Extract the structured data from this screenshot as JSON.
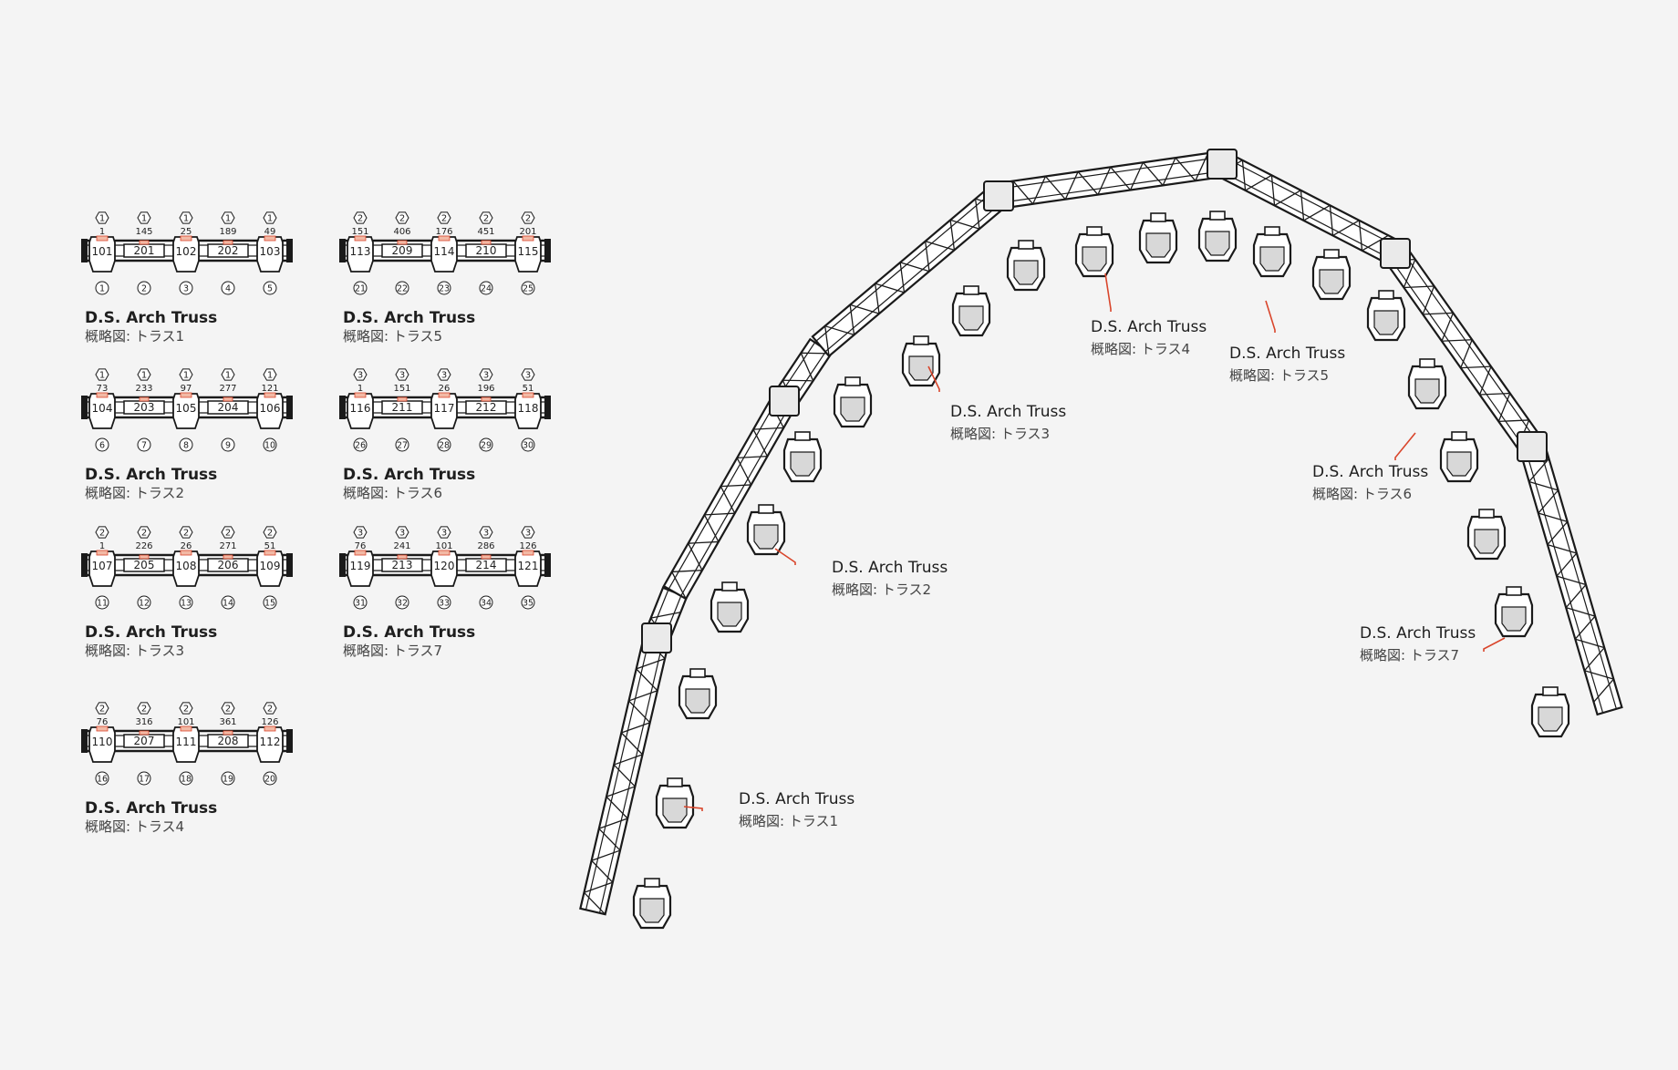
{
  "colors": {
    "background": "#f4f4f4",
    "line": "#1a1a1a",
    "fixture_fill": "#ffffff",
    "fixture_shade": "#d8d8d8",
    "accent_red": "#d9452b",
    "accent_orange": "#f2b9a5",
    "text": "#1e1e1e",
    "subtext": "#444444"
  },
  "icons": {
    "fixture": "moving-head-light-icon",
    "truss": "truss-segment-icon",
    "channel_marker": "hexagon-badge-icon",
    "channel_circle": "circle-badge-icon"
  },
  "schematics": [
    {
      "title": "D.S. Arch Truss",
      "subtitle": "概略図: トラス1",
      "top_hex": [
        "1",
        "1",
        "1",
        "1",
        "1"
      ],
      "top_addr": [
        "1",
        "145",
        "25",
        "189",
        "49"
      ],
      "fixtures": [
        "101",
        "201",
        "102",
        "202",
        "103"
      ],
      "bottom": [
        "1",
        "2",
        "3",
        "4",
        "5"
      ]
    },
    {
      "title": "D.S. Arch Truss",
      "subtitle": "概略図: トラス2",
      "top_hex": [
        "1",
        "1",
        "1",
        "1",
        "1"
      ],
      "top_addr": [
        "73",
        "233",
        "97",
        "277",
        "121"
      ],
      "fixtures": [
        "104",
        "203",
        "105",
        "204",
        "106"
      ],
      "bottom": [
        "6",
        "7",
        "8",
        "9",
        "10"
      ]
    },
    {
      "title": "D.S. Arch Truss",
      "subtitle": "概略図: トラス3",
      "top_hex": [
        "2",
        "2",
        "2",
        "2",
        "2"
      ],
      "top_addr": [
        "1",
        "226",
        "26",
        "271",
        "51"
      ],
      "fixtures": [
        "107",
        "205",
        "108",
        "206",
        "109"
      ],
      "bottom": [
        "11",
        "12",
        "13",
        "14",
        "15"
      ]
    },
    {
      "title": "D.S. Arch Truss",
      "subtitle": "概略図: トラス4",
      "top_hex": [
        "2",
        "2",
        "2",
        "2",
        "2"
      ],
      "top_addr": [
        "76",
        "316",
        "101",
        "361",
        "126"
      ],
      "fixtures": [
        "110",
        "207",
        "111",
        "208",
        "112"
      ],
      "bottom": [
        "16",
        "17",
        "18",
        "19",
        "20"
      ]
    },
    {
      "title": "D.S. Arch Truss",
      "subtitle": "概略図: トラス5",
      "top_hex": [
        "2",
        "2",
        "2",
        "2",
        "2"
      ],
      "top_addr": [
        "151",
        "406",
        "176",
        "451",
        "201"
      ],
      "fixtures": [
        "113",
        "209",
        "114",
        "210",
        "115"
      ],
      "bottom": [
        "21",
        "22",
        "23",
        "24",
        "25"
      ]
    },
    {
      "title": "D.S. Arch Truss",
      "subtitle": "概略図: トラス6",
      "top_hex": [
        "3",
        "3",
        "3",
        "3",
        "3"
      ],
      "top_addr": [
        "1",
        "151",
        "26",
        "196",
        "51"
      ],
      "fixtures": [
        "116",
        "211",
        "117",
        "212",
        "118"
      ],
      "bottom": [
        "26",
        "27",
        "28",
        "29",
        "30"
      ]
    },
    {
      "title": "D.S. Arch Truss",
      "subtitle": "概略図: トラス7",
      "top_hex": [
        "3",
        "3",
        "3",
        "3",
        "3"
      ],
      "top_addr": [
        "76",
        "241",
        "101",
        "286",
        "126"
      ],
      "fixtures": [
        "119",
        "213",
        "120",
        "214",
        "121"
      ],
      "bottom": [
        "31",
        "32",
        "33",
        "34",
        "35"
      ]
    }
  ],
  "arch_labels": [
    {
      "title": "D.S. Arch Truss",
      "subtitle": "概略図: トラス1"
    },
    {
      "title": "D.S. Arch Truss",
      "subtitle": "概略図: トラス2"
    },
    {
      "title": "D.S. Arch Truss",
      "subtitle": "概略図: トラス3"
    },
    {
      "title": "D.S. Arch Truss",
      "subtitle": "概略図: トラス4"
    },
    {
      "title": "D.S. Arch Truss",
      "subtitle": "概略図: トラス5"
    },
    {
      "title": "D.S. Arch Truss",
      "subtitle": "概略図: トラス6"
    },
    {
      "title": "D.S. Arch Truss",
      "subtitle": "概略図: トラス7"
    }
  ]
}
